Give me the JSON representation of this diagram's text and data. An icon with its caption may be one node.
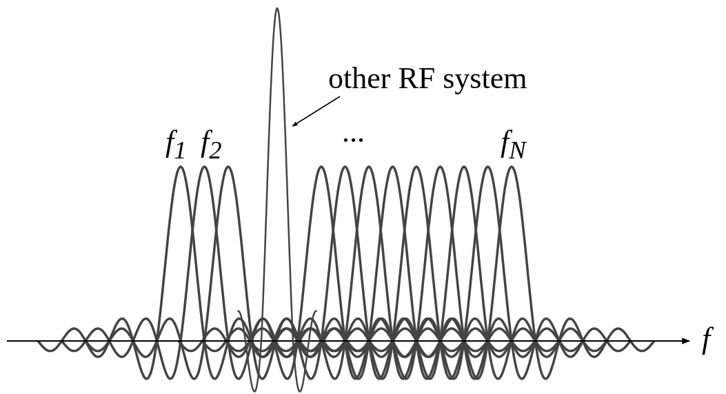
{
  "diagram": {
    "nodes": [
      {
        "text": [
          "other RF system"
        ]
      },
      {
        "text": [],
        "shape": "curve"
      }
    ],
    "edges": [
      {
        "from": 0,
        "to": 1,
        "arrow": "to"
      }
    ],
    "labels": [
      "f$_{1}$",
      "f$_{2}$",
      "...",
      "f$_{N}$",
      "f"
    ]
  }
}
